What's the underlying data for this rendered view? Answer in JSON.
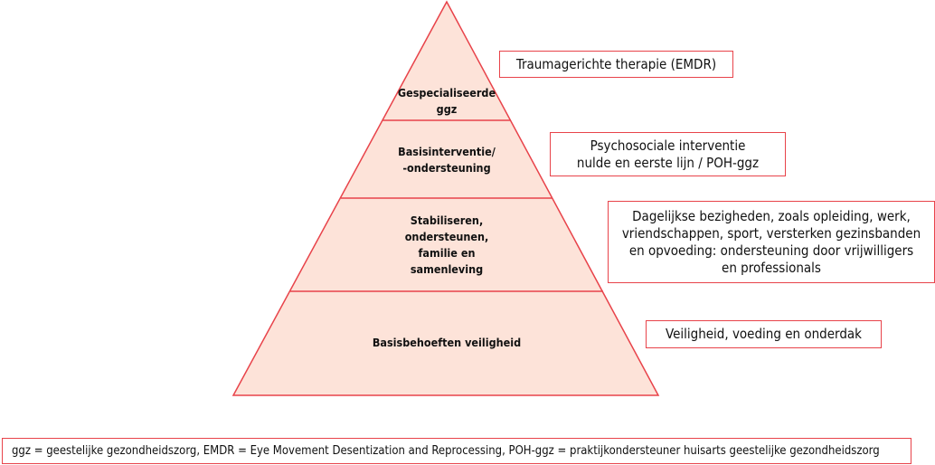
{
  "colors": {
    "fill": "#fde3d9",
    "stroke": "#e8434a"
  },
  "levels": [
    {
      "label": "Gespecialiseerde\nggz",
      "description": "Traumagerichte therapie (EMDR)"
    },
    {
      "label": "Basisinterventie/\n-ondersteuning",
      "description": "Psychosociale interventie\nnulde en eerste lijn / POH-ggz"
    },
    {
      "label": "Stabiliseren,\nondersteunen,\nfamilie en\nsamenleving",
      "description": "Dagelijkse bezigheden, zoals opleiding, werk,\nvriendschappen, sport, versterken gezinsbanden\nen opvoeding: ondersteuning door vrijwilligers\nen professionals"
    },
    {
      "label": "Basisbehoeften veiligheid",
      "description": "Veiligheid, voeding en onderdak"
    }
  ],
  "footnote": "ggz = geestelijke gezondheidszorg, EMDR = Eye Movement Desentization and Reprocessing, POH-ggz = praktijkondersteuner huisarts geestelijke gezondheidszorg"
}
